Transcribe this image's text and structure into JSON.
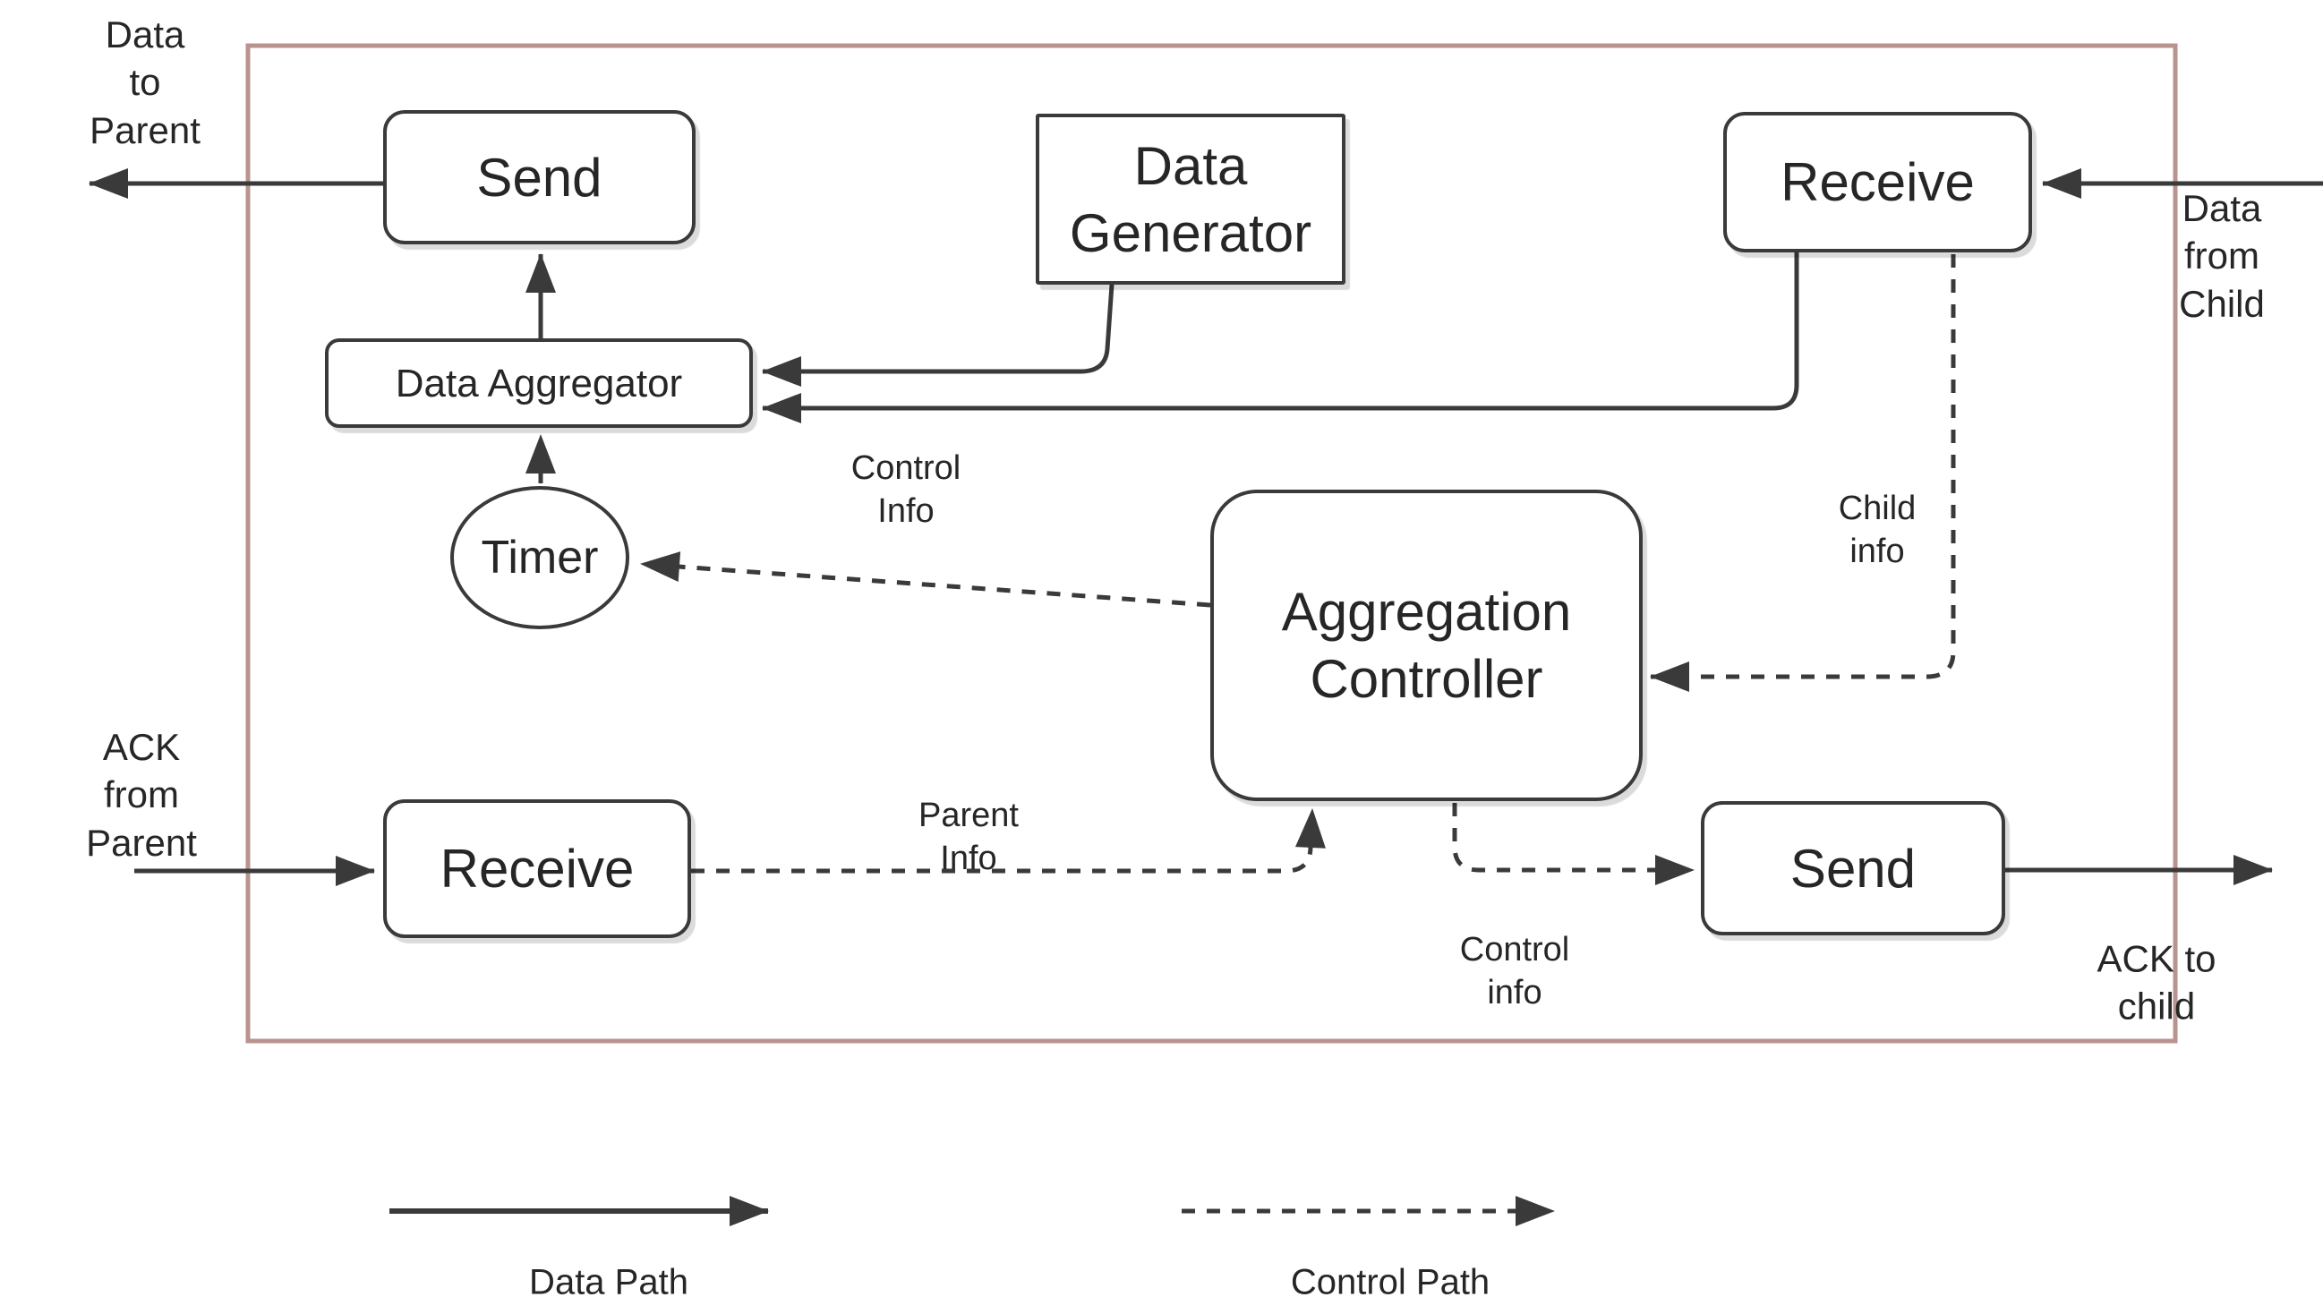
{
  "diagram": {
    "nodes": {
      "send_top": {
        "label": "Send"
      },
      "data_generator": {
        "label": "Data\nGenerator"
      },
      "receive_top": {
        "label": "Receive"
      },
      "data_aggregator": {
        "label": "Data Aggregator"
      },
      "timer": {
        "label": "Timer"
      },
      "aggregation_controller": {
        "label": "Aggregation\nController"
      },
      "receive_bottom": {
        "label": "Receive"
      },
      "send_bottom": {
        "label": "Send"
      }
    },
    "edge_labels": {
      "data_to_parent": "Data\nto\nParent",
      "data_from_child": "Data from\nChild",
      "child_info": "Child\ninfo",
      "control_info_upper": "Control\nInfo",
      "parent_info": "Parent\nInfo",
      "control_info_lower": "Control\ninfo",
      "ack_from_parent": "ACK\nfrom\nParent",
      "ack_to_child": "ACK to child"
    },
    "legend": {
      "data_path": "Data Path",
      "control_path": "Control Path"
    },
    "colors": {
      "line": "#3a3a3a",
      "text": "#262626",
      "boundary": "#b9948f",
      "background": "#ffffff"
    }
  }
}
